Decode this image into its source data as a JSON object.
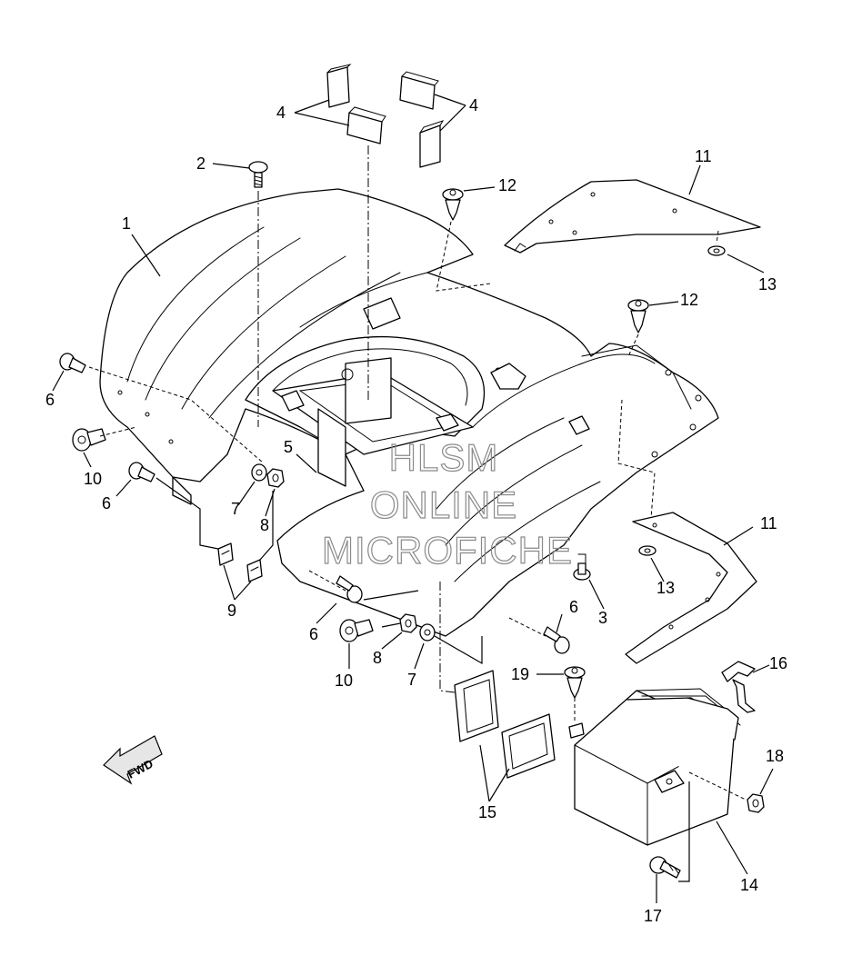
{
  "callouts": {
    "c1": "1",
    "c2": "2",
    "c3": "3",
    "c4a": "4",
    "c4b": "4",
    "c5": "5",
    "c6a": "6",
    "c6b": "6",
    "c6c": "6",
    "c6d": "6",
    "c7a": "7",
    "c7b": "7",
    "c8a": "8",
    "c8b": "8",
    "c9": "9",
    "c10a": "10",
    "c10b": "10",
    "c11a": "11",
    "c11b": "11",
    "c12a": "12",
    "c12b": "12",
    "c13a": "13",
    "c13b": "13",
    "c14": "14",
    "c15": "15",
    "c16": "16",
    "c17": "17",
    "c18": "18",
    "c19": "19"
  },
  "direction": {
    "label": "FWD"
  },
  "watermark": {
    "line1": "HLSM",
    "line2": "ONLINE",
    "line3": "MICROFICHE"
  }
}
